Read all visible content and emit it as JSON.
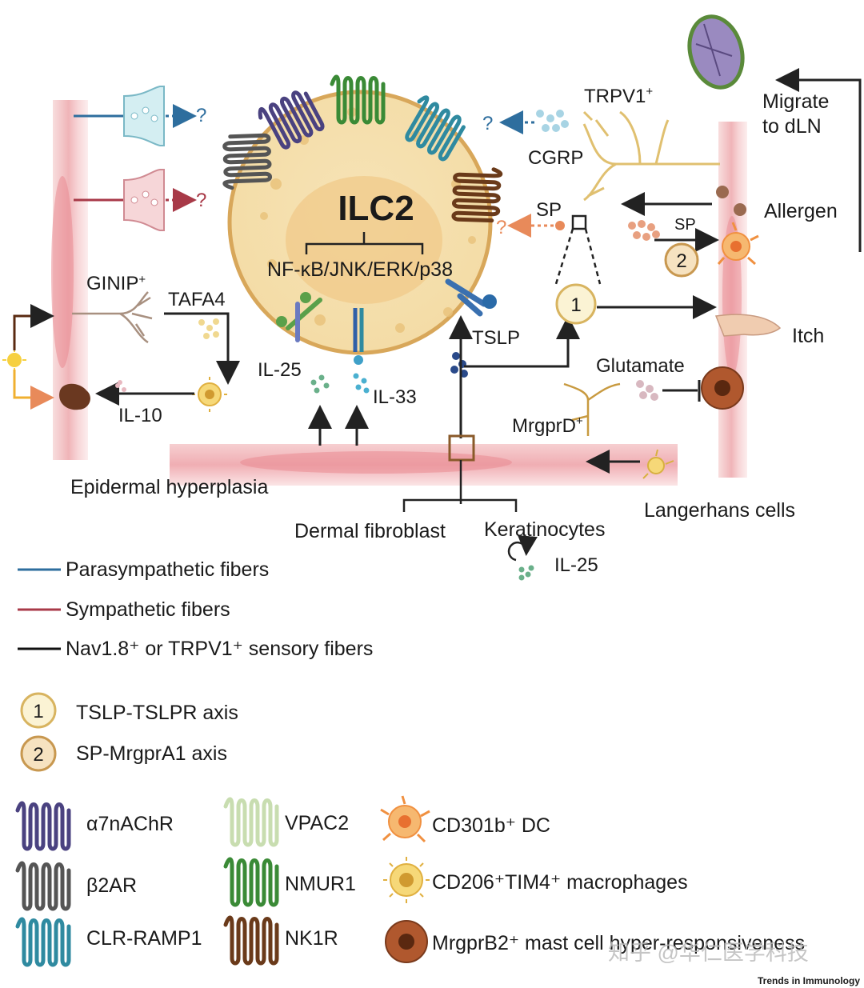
{
  "diagram": {
    "center_cell": "ILC2",
    "pathway": "NF-κB/JNK/ERK/p38",
    "cytokines": {
      "il25_left": "IL-25",
      "il33": "IL-33",
      "tslp": "TSLP",
      "il10": "IL-10",
      "il25_keratinocytes": "IL-25"
    },
    "neurons": {
      "ginip": "GINIP",
      "ginip_sup": "+",
      "tafa4": "TAFA4",
      "trpv1": "TRPV1",
      "trpv1_sup": "+",
      "cgrp": "CGRP",
      "sp_top": "SP",
      "sp_right": "SP",
      "mrgprd": "MrgprD",
      "mrgprd_sup": "+",
      "glutamate": "Glutamate"
    },
    "right_side": {
      "migrate_line1": "Migrate",
      "migrate_line2": "to dLN",
      "allergen": "Allergen",
      "itch": "Itch",
      "langerhans": "Langerhans cells"
    },
    "bottom": {
      "epidermal": "Epidermal hyperplasia",
      "fibroblast": "Dermal fibroblast",
      "keratinocytes": "Keratinocytes"
    },
    "unknown_marks": [
      "?",
      "?",
      "?",
      "?"
    ],
    "axis_numbers": [
      "1",
      "2"
    ]
  },
  "legend_fibers": [
    {
      "label": "Parasympathetic fibers",
      "color": "#2e6e9e"
    },
    {
      "label": "Sympathetic fibers",
      "color": "#a83a48"
    },
    {
      "label": "Nav1.8⁺ or TRPV1⁺ sensory  fibers",
      "color": "#111111"
    }
  ],
  "legend_axes": [
    {
      "number": "1",
      "label": "TSLP-TSLPR axis"
    },
    {
      "number": "2",
      "label": "SP-MrgprA1 axis"
    }
  ],
  "legend_receptors": [
    {
      "label": "α7nAChR",
      "color": "#4a4280"
    },
    {
      "label": "β2AR",
      "color": "#555555"
    },
    {
      "label": "CLR-RAMP1",
      "color": "#2f8aa0"
    },
    {
      "label": "VPAC2",
      "color": "#c8ddb0"
    },
    {
      "label": "NMUR1",
      "color": "#3a8a36"
    },
    {
      "label": "NK1R",
      "color": "#6a3a1a"
    }
  ],
  "legend_cells": [
    {
      "label": "CD301b⁺ DC",
      "icon": "dc-cell-icon"
    },
    {
      "label": "CD206⁺TIM4⁺ macrophages",
      "icon": "macrophage-icon"
    },
    {
      "label": "MrgprB2⁺ mast cell hyper-responsiveness",
      "icon": "mast-cell-icon"
    }
  ],
  "watermark": "知乎 @华仁医学科技",
  "journal": "Trends in Immunology"
}
